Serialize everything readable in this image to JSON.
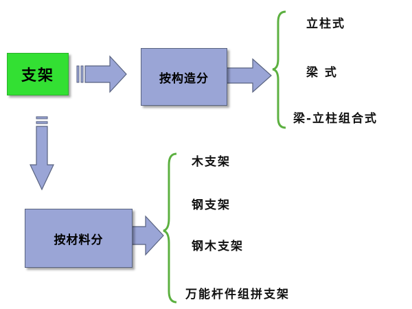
{
  "root": {
    "label": "支架"
  },
  "groups": [
    {
      "label": "按构造分",
      "items": [
        "立柱式",
        "梁 式",
        "梁-立柱组合式"
      ]
    },
    {
      "label": "按材料分",
      "items": [
        "木支架",
        "钢支架",
        "钢木支架",
        "万能杆件组拼支架"
      ]
    }
  ],
  "colors": {
    "root_fill": "#33e033",
    "category_fill": "#9aa5d6",
    "arrow_fill": "#9aa5d6",
    "brace_stroke": "#5cb040"
  }
}
